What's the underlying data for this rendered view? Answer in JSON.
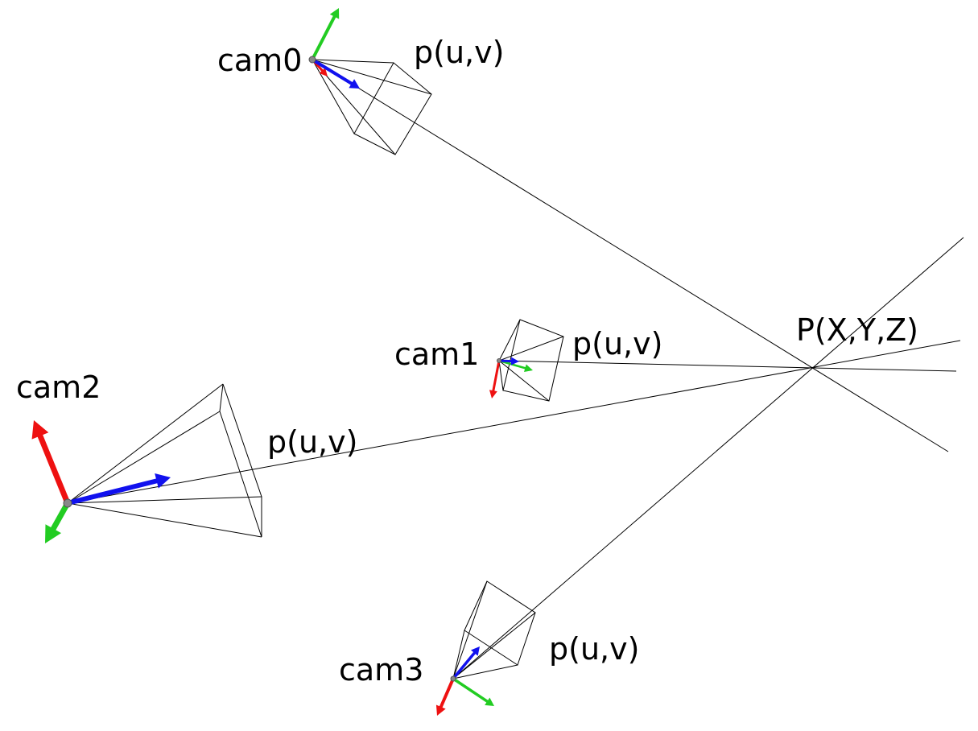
{
  "point_label": "P(X,Y,Z)",
  "cameras": [
    {
      "name": "cam0",
      "pixel_label": "p(u,v)"
    },
    {
      "name": "cam1",
      "pixel_label": "p(u,v)"
    },
    {
      "name": "cam2",
      "pixel_label": "p(u,v)"
    },
    {
      "name": "cam3",
      "pixel_label": "p(u,v)"
    }
  ],
  "colors": {
    "x_axis": "#ee1111",
    "y_axis": "#22cc22",
    "z_axis": "#1111ee",
    "lines": "#000000",
    "camera_center": "#888888"
  }
}
